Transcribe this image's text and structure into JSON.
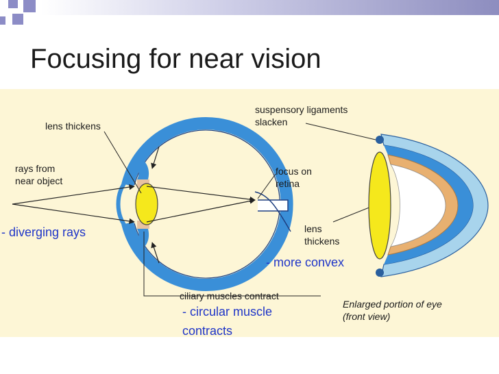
{
  "slide": {
    "title": "Focusing for near vision"
  },
  "labels": {
    "lens_thickens_top": "lens thickens",
    "rays_from_line1": "rays from",
    "rays_from_line2": "near object",
    "suspensory_line1": "suspensory ligaments",
    "suspensory_line2": "slacken",
    "focus_line1": "focus on",
    "focus_line2": "retina",
    "lens_line1": "lens",
    "lens_line2": "thickens",
    "ciliary": "ciliary muscles contract",
    "enlarged_line1": "Enlarged portion of eye",
    "enlarged_line2": "(front view)"
  },
  "annotations": {
    "diverging": "- diverging rays",
    "convex": "- more convex",
    "circular_line1": "- circular muscle",
    "circular_line2": "contracts"
  },
  "colors": {
    "eye_blue": "#3a8fd8",
    "lens_yellow": "#f5e81c",
    "panel_bg": "#fdf6d6",
    "annotation_blue": "#1f35c8"
  }
}
